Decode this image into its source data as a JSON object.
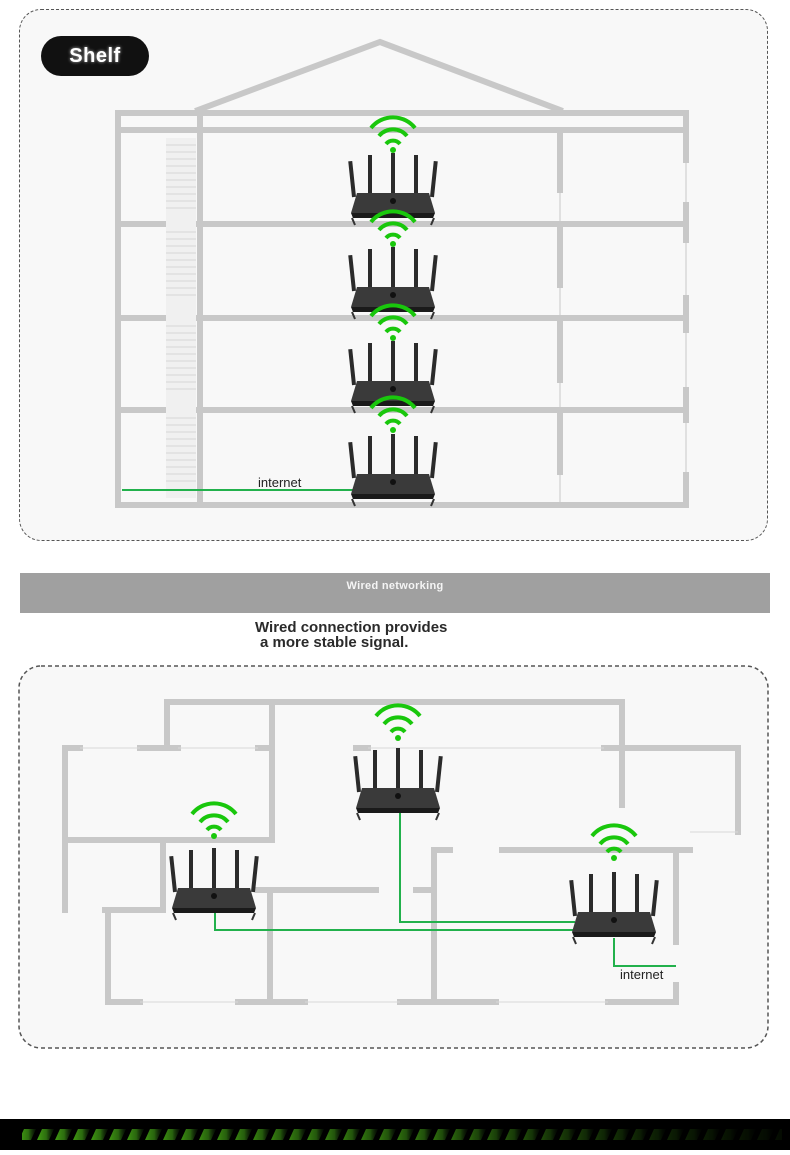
{
  "brand": {
    "logo_text": "Shelf"
  },
  "top_diagram": {
    "internet_label": "internet"
  },
  "section": {
    "banner_title": "Wired networking",
    "caption_line1": "Wired connection provides",
    "caption_line2": "a more stable signal."
  },
  "bottom_diagram": {
    "internet_label": "internet"
  },
  "colors": {
    "wire": "#22b14c",
    "wifi": "#19c70c",
    "wall": "#c8c8c8",
    "router": "#2e2e2e",
    "accent_stripe": "#5fe21a"
  }
}
